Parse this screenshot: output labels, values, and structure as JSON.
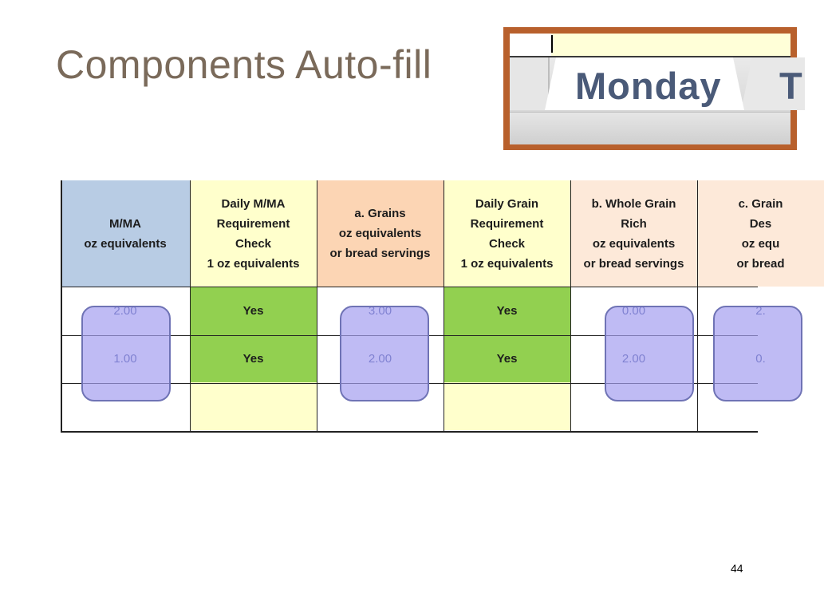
{
  "slide": {
    "title": "Components Auto-fill",
    "page_number": "44"
  },
  "inset": {
    "active_tab": "Monday",
    "next_tab_partial": "T"
  },
  "table": {
    "headers": [
      [
        "M/MA",
        "oz equivalents"
      ],
      [
        "Daily M/MA",
        "Requirement",
        "Check",
        "1 oz equivalents"
      ],
      [
        "a. Grains",
        "oz equivalents",
        "or bread servings"
      ],
      [
        "Daily Grain",
        "Requirement",
        "Check",
        "1 oz equivalents"
      ],
      [
        "b. Whole Grain",
        "Rich",
        "oz equivalents",
        "or bread servings"
      ],
      [
        "c. Grain",
        "Des",
        "oz equ",
        "or bread"
      ]
    ],
    "rows": [
      [
        "2.00",
        "Yes",
        "3.00",
        "Yes",
        "0.00",
        "2."
      ],
      [
        "1.00",
        "Yes",
        "2.00",
        "Yes",
        "2.00",
        "0."
      ],
      [
        "",
        "",
        "",
        "",
        "",
        ""
      ]
    ]
  },
  "colors": {
    "title": "#7a6a5a",
    "header_blue": "#b8cce4",
    "header_yellow": "#ffffcc",
    "header_orange": "#fcd5b4",
    "header_peach": "#fde9d9",
    "check_green": "#92d050",
    "highlight": "#a49ef0",
    "inset_border": "#b8602c"
  }
}
